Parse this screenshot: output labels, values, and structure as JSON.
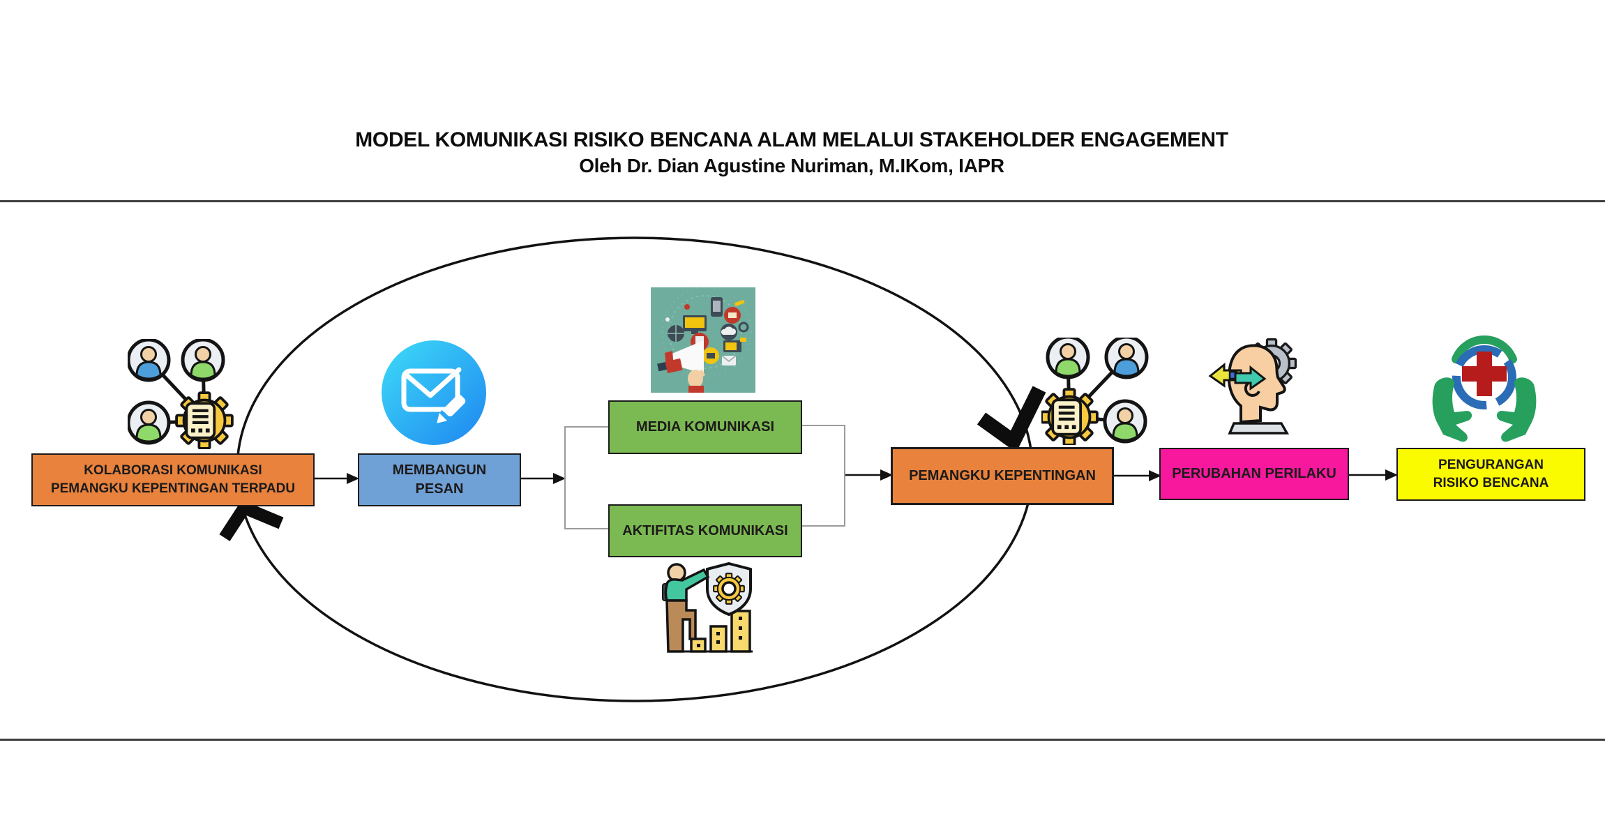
{
  "title": {
    "line1": "MODEL KOMUNIKASI RISIKO BENCANA ALAM MELALUI STAKEHOLDER ENGAGEMENT",
    "line2": "Oleh Dr. Dian Agustine Nuriman, M.IKom, IAPR"
  },
  "boxes": {
    "kolaborasi": {
      "label": "KOLABORASI KOMUNIKASI\nPEMANGKU KEPENTINGAN TERPADU",
      "fill": "#E8823C"
    },
    "membangun": {
      "label": "MEMBANGUN\nPESAN",
      "fill": "#6FA0D6"
    },
    "media": {
      "label": "MEDIA KOMUNIKASI",
      "fill": "#7BB952"
    },
    "aktifitas": {
      "label": "AKTIFITAS KOMUNIKASI",
      "fill": "#7BB952"
    },
    "pemangku": {
      "label": "PEMANGKU KEPENTINGAN",
      "fill": "#E8823C"
    },
    "perubahan": {
      "label": "PERUBAHAN PERILAKU",
      "fill": "#F7189E"
    },
    "pengurangan": {
      "label": "PENGURANGAN\nRISIKO BENCANA",
      "fill": "#FBFB00"
    }
  },
  "icons": {
    "stakeholders_left": "stakeholders-network-icon",
    "message": "compose-message-icon",
    "media_collage": "media-communication-illustration",
    "advocacy": "person-with-shield-icon",
    "stakeholders_right": "stakeholders-network-icon",
    "behavior": "mindset-change-icon",
    "risk_reduction": "health-protection-icon"
  },
  "colors": {
    "loop_stroke": "#121212",
    "connector_gray": "#9b9b9b",
    "rule_line": "#3d3d3d",
    "collage_background": "#6FAD9E"
  }
}
